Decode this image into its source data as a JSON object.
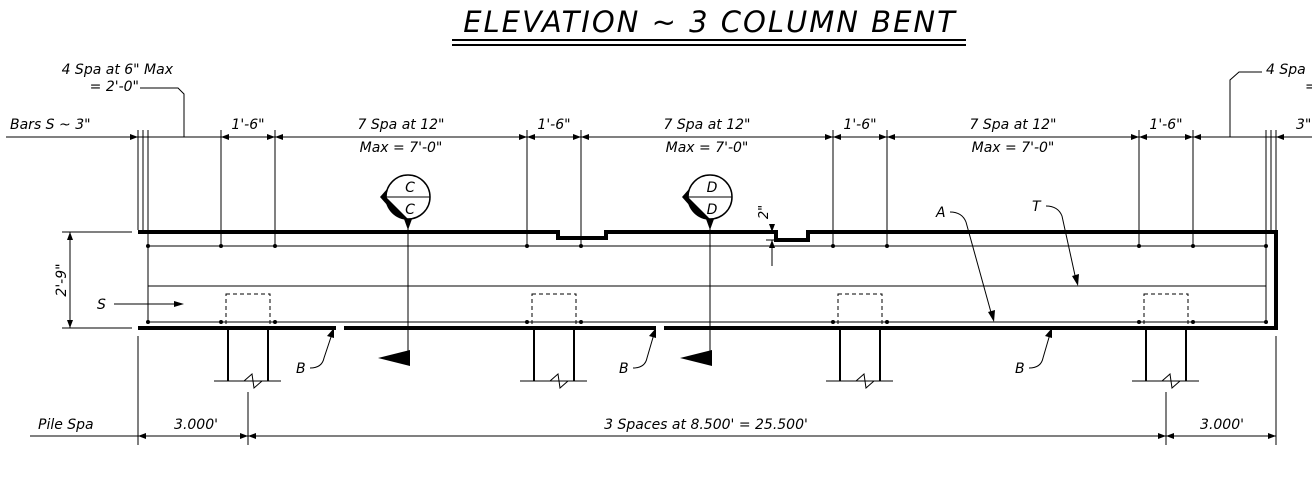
{
  "title": "ELEVATION ~ 3 COLUMN BENT",
  "top_dimensions": {
    "end_spacing_left": [
      "4 Spa at 6\" Max",
      "= 2'-0\""
    ],
    "end_spacing_right": [
      "4 Spa",
      "="
    ],
    "bars_s": "Bars S ~ 3\"",
    "bars_s_right": "3\"",
    "col_width": "1'-6\"",
    "span_line1": "7 Spa at 12\"",
    "span_line2": "Max = 7'-0\""
  },
  "depth_label": "2'-9\"",
  "step_label": "2\"",
  "section_markers": [
    {
      "top": "C",
      "bottom": "C"
    },
    {
      "top": "D",
      "bottom": "D"
    }
  ],
  "bar_labels": {
    "s": "S",
    "a": "A",
    "t": "T",
    "b": "B"
  },
  "bottom_dimensions": {
    "pile_spa": "Pile Spa",
    "left": "3.000'",
    "middle": "3 Spaces at 8.500' = 25.500'",
    "right": "3.000'"
  }
}
